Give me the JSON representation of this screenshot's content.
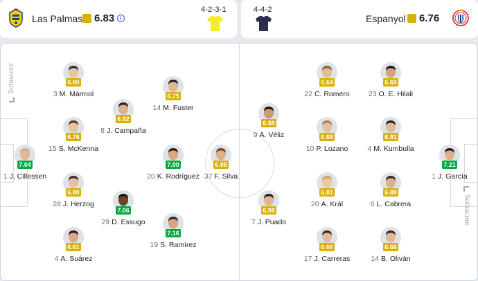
{
  "home": {
    "team_name": "Las Palmas",
    "team_rating": "6.83",
    "formation": "4-2-3-1",
    "jersey_color": "#f4ec2b",
    "logo_icon": "las-palmas-crest-icon"
  },
  "away": {
    "team_name": "Espanyol",
    "team_rating": "6.76",
    "formation": "4-4-2",
    "jersey_color": "#2b2f4d",
    "logo_icon": "espanyol-crest-icon"
  },
  "watermark": "Sofascore",
  "players": [
    {
      "id": "cillessen",
      "number": "1",
      "name": "J. Cillessen",
      "rating": "7.04",
      "level": "green",
      "skin": "#e2b89a",
      "hair": "#c9b48a"
    },
    {
      "id": "marmol",
      "number": "3",
      "name": "M. Mármol",
      "rating": "6.80",
      "level": "yellow",
      "skin": "#e8c2a4",
      "hair": "#3a2a20"
    },
    {
      "id": "mckenna",
      "number": "15",
      "name": "S. McKenna",
      "rating": "6.76",
      "level": "yellow",
      "skin": "#e9c4a6",
      "hair": "#5a3b22"
    },
    {
      "id": "herzog",
      "number": "28",
      "name": "J. Herzog",
      "rating": "6.80",
      "level": "yellow",
      "skin": "#e6c0a2",
      "hair": "#3d2c1f"
    },
    {
      "id": "suarez",
      "number": "4",
      "name": "A. Suárez",
      "rating": "6.61",
      "level": "yellow",
      "skin": "#d9ab88",
      "hair": "#2a1f18"
    },
    {
      "id": "campana",
      "number": "8",
      "name": "J. Campaña",
      "rating": "6.92",
      "level": "yellow",
      "skin": "#dcb08e",
      "hair": "#2e2119"
    },
    {
      "id": "essugo",
      "number": "29",
      "name": "D. Essugo",
      "rating": "7.06",
      "level": "green",
      "skin": "#6b4429",
      "hair": "#1a120c"
    },
    {
      "id": "fuster",
      "number": "14",
      "name": "M. Fuster",
      "rating": "6.75",
      "level": "yellow",
      "skin": "#e0b695",
      "hair": "#2a1e16"
    },
    {
      "id": "rodriguez",
      "number": "20",
      "name": "K. Rodríguez",
      "rating": "7.00",
      "level": "green",
      "skin": "#d8a784",
      "hair": "#2b1e15"
    },
    {
      "id": "ramirez",
      "number": "19",
      "name": "S. Ramírez",
      "rating": "7.16",
      "level": "green",
      "skin": "#d6a582",
      "hair": "#3a2a1e"
    },
    {
      "id": "silva",
      "number": "37",
      "name": "F. Silva",
      "rating": "6.98",
      "level": "yellow",
      "skin": "#dcb08c",
      "hair": "#6a4a2c"
    },
    {
      "id": "garcia",
      "number": "1",
      "name": "J. García",
      "rating": "7.21",
      "level": "green",
      "skin": "#dcb08e",
      "hair": "#2a1d14"
    },
    {
      "id": "romero",
      "number": "22",
      "name": "C. Romero",
      "rating": "6.64",
      "level": "yellow",
      "skin": "#e4bb9a",
      "hair": "#8a6036"
    },
    {
      "id": "hilali",
      "number": "23",
      "name": "O. E. Hilali",
      "rating": "6.69",
      "level": "yellow",
      "skin": "#d3a27c",
      "hair": "#1f1610"
    },
    {
      "id": "lozano",
      "number": "10",
      "name": "P. Lozano",
      "rating": "6.68",
      "level": "yellow",
      "skin": "#e6bfa0",
      "hair": "#b07a45"
    },
    {
      "id": "kumbulla",
      "number": "4",
      "name": "M. Kumbulla",
      "rating": "6.91",
      "level": "yellow",
      "skin": "#e2b898",
      "hair": "#2b1f17"
    },
    {
      "id": "veliz",
      "number": "9",
      "name": "A. Véliz",
      "rating": "6.68",
      "level": "yellow",
      "skin": "#c99a76",
      "hair": "#1f1710"
    },
    {
      "id": "kral",
      "number": "20",
      "name": "A. Král",
      "rating": "6.81",
      "level": "yellow",
      "skin": "#ecc8aa",
      "hair": "#c9a56a"
    },
    {
      "id": "cabrera",
      "number": "6",
      "name": "L. Cabrera",
      "rating": "6.89",
      "level": "yellow",
      "skin": "#dcb08e",
      "hair": "#3a2a20"
    },
    {
      "id": "puado",
      "number": "7",
      "name": "J. Puado",
      "rating": "6.98",
      "level": "yellow",
      "skin": "#e0b696",
      "hair": "#2c2018"
    },
    {
      "id": "carreras",
      "number": "17",
      "name": "J. Carreras",
      "rating": "6.66",
      "level": "yellow",
      "skin": "#e4bc9c",
      "hair": "#3a2a1e"
    },
    {
      "id": "olivan",
      "number": "14",
      "name": "B. Oliván",
      "rating": "6.68",
      "level": "yellow",
      "skin": "#e3b999",
      "hair": "#3a2a20"
    }
  ]
}
